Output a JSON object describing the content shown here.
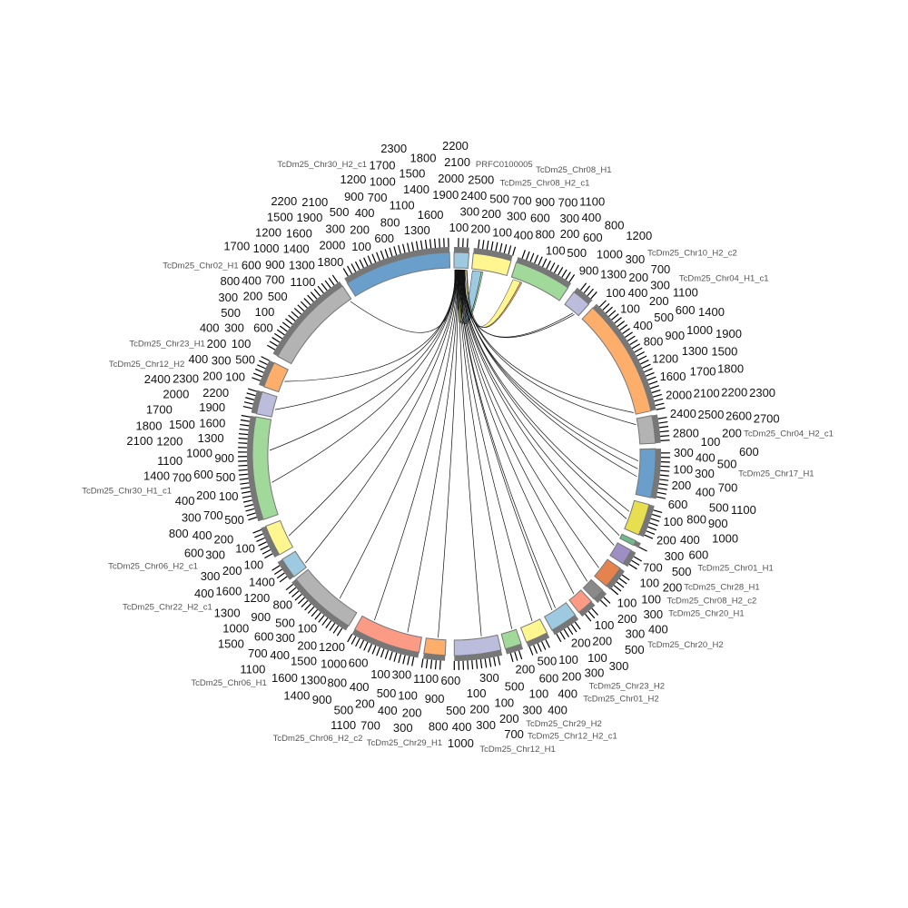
{
  "chart_data": {
    "type": "chord",
    "tick_step": 100,
    "track_color": "#777777",
    "link_color": "#111111",
    "sectors": [
      {
        "name": "PRFC0100005",
        "length": 350,
        "color": "#9ecae1"
      },
      {
        "name": "TcDm25_Chr08_H2_c1",
        "length": 900,
        "color": "#fff68f"
      },
      {
        "name": "TcDm25_Chr08_H1",
        "length": 1350,
        "color": "#a1d99b"
      },
      {
        "name": "TcDm25_Chr10_H2_c2",
        "length": 450,
        "color": "#bcbddc"
      },
      {
        "name": "TcDm25_Chr04_H1_c1",
        "length": 2800,
        "color": "#fdae6b"
      },
      {
        "name": "TcDm25_Chr04_H2_c1",
        "length": 650,
        "color": "#b3b3b3"
      },
      {
        "name": "TcDm25_Chr17_H1",
        "length": 1150,
        "color": "#6a9fcb"
      },
      {
        "name": "TcDm25_Chr01_H1",
        "length": 750,
        "color": "#e8df50"
      },
      {
        "name": "TcDm25_Chr08_H2_c2",
        "length": 120,
        "color": "#6dbb8a"
      },
      {
        "name": "TcDm25_Chr28_H1",
        "length": 370,
        "color": "#9d8ec4"
      },
      {
        "name": "TcDm25_Chr20_H1",
        "length": 530,
        "color": "#e5834f"
      },
      {
        "name": "TcDm25_Chr20_H2",
        "length": 290,
        "color": "#8a8a8a"
      },
      {
        "name": "TcDm25_Chr23_H2",
        "length": 390,
        "color": "#fb9a85"
      },
      {
        "name": "TcDm25_Chr01_H2",
        "length": 650,
        "color": "#9ecae1"
      },
      {
        "name": "TcDm25_Chr29_H2",
        "length": 530,
        "color": "#fff68f"
      },
      {
        "name": "TcDm25_Chr12_H2_c1",
        "length": 390,
        "color": "#a1d99b"
      },
      {
        "name": "TcDm25_Chr12_H1",
        "length": 1100,
        "color": "#bcbddc"
      },
      {
        "name": "TcDm25_Chr29_H1",
        "length": 500,
        "color": "#fdae6b"
      },
      {
        "name": "TcDm25_Chr06_H2_c2",
        "length": 1600,
        "color": "#fb9a85"
      },
      {
        "name": "TcDm25_Chr06_H1",
        "length": 1650,
        "color": "#b3b3b3"
      },
      {
        "name": "TcDm25_Chr22_H2_c1",
        "length": 490,
        "color": "#9ecae1"
      },
      {
        "name": "TcDm25_Chr06_H2_c1",
        "length": 740,
        "color": "#fff68f"
      },
      {
        "name": "TcDm25_Chr30_H1_c1",
        "length": 2430,
        "color": "#a1d99b"
      },
      {
        "name": "TcDm25_Chr12_H2",
        "length": 530,
        "color": "#bcbddc"
      },
      {
        "name": "TcDm25_Chr23_H1",
        "length": 610,
        "color": "#fdae6b"
      },
      {
        "name": "TcDm25_Chr02_H1",
        "length": 2250,
        "color": "#b3b3b3"
      },
      {
        "name": "TcDm25_Chr30_H2_c1",
        "length": 2520,
        "color": "#6a9fcb"
      }
    ],
    "links": [
      {
        "from": [
          25,
          2200
        ],
        "to": [
          0,
          20
        ]
      },
      {
        "from": [
          24,
          300
        ],
        "to": [
          0,
          30
        ]
      },
      {
        "from": [
          23,
          200
        ],
        "to": [
          0,
          40
        ]
      },
      {
        "from": [
          22,
          1650
        ],
        "to": [
          0,
          50
        ]
      },
      {
        "from": [
          22,
          830
        ],
        "to": [
          0,
          60
        ]
      },
      {
        "from": [
          21,
          300
        ],
        "to": [
          0,
          70
        ]
      },
      {
        "from": [
          20,
          100
        ],
        "to": [
          0,
          80
        ]
      },
      {
        "from": [
          19,
          560
        ],
        "to": [
          0,
          90
        ]
      },
      {
        "from": [
          18,
          1275
        ],
        "to": [
          0,
          100
        ]
      },
      {
        "from": [
          18,
          375
        ],
        "to": [
          0,
          105
        ]
      },
      {
        "from": [
          17,
          200
        ],
        "to": [
          0,
          110
        ]
      },
      {
        "from": [
          16,
          407
        ],
        "to": [
          0,
          120
        ]
      },
      {
        "from": [
          15,
          100
        ],
        "to": [
          0,
          130
        ]
      },
      {
        "from": [
          14,
          200
        ],
        "to": [
          0,
          140
        ]
      },
      {
        "from": [
          13,
          400
        ],
        "to": [
          0,
          150
        ]
      },
      {
        "from": [
          13,
          300
        ],
        "to": [
          0,
          155
        ]
      },
      {
        "from": [
          12,
          200
        ],
        "to": [
          0,
          160
        ]
      },
      {
        "from": [
          11,
          100
        ],
        "to": [
          0,
          170
        ]
      },
      {
        "from": [
          10,
          300
        ],
        "to": [
          0,
          180
        ]
      },
      {
        "from": [
          9,
          100
        ],
        "to": [
          0,
          190
        ]
      },
      {
        "from": [
          8,
          60
        ],
        "to": [
          0,
          200
        ]
      },
      {
        "from": [
          7,
          300
        ],
        "to": [
          0,
          210
        ]
      },
      {
        "from": [
          7,
          500
        ],
        "to": [
          0,
          215
        ]
      },
      {
        "from": [
          6,
          300
        ],
        "to": [
          0,
          220
        ]
      },
      {
        "from": [
          6,
          500
        ],
        "to": [
          0,
          230
        ]
      },
      {
        "from": [
          6,
          700
        ],
        "to": [
          0,
          240
        ]
      },
      {
        "from": [
          5,
          150
        ],
        "to": [
          0,
          250
        ]
      },
      {
        "from": [
          4,
          2750
        ],
        "to": [
          0,
          260
        ]
      },
      {
        "from": [
          3,
          300
        ],
        "to": [
          0,
          270
        ]
      },
      {
        "from": [
          3,
          350
        ],
        "to": [
          0,
          280
        ]
      }
    ],
    "ribbons": [
      {
        "from": [
          1,
          20,
          250
        ],
        "to": [
          0,
          30,
          110
        ],
        "color": "#9ecae1"
      },
      {
        "from": [
          0,
          120,
          260
        ],
        "to": [
          0,
          265,
          300
        ],
        "color": "#d9e585"
      },
      {
        "from": [
          2,
          60,
          260
        ],
        "to": [
          0,
          280,
          320
        ],
        "color": "#fff68f"
      },
      {
        "from": [
          2,
          262,
          300
        ],
        "to": [
          0,
          322,
          335
        ],
        "color": "#fdae6b"
      },
      {
        "from": [
          1,
          250,
          290
        ],
        "to": [
          0,
          110,
          120
        ],
        "color": "#a1d99b"
      }
    ]
  }
}
